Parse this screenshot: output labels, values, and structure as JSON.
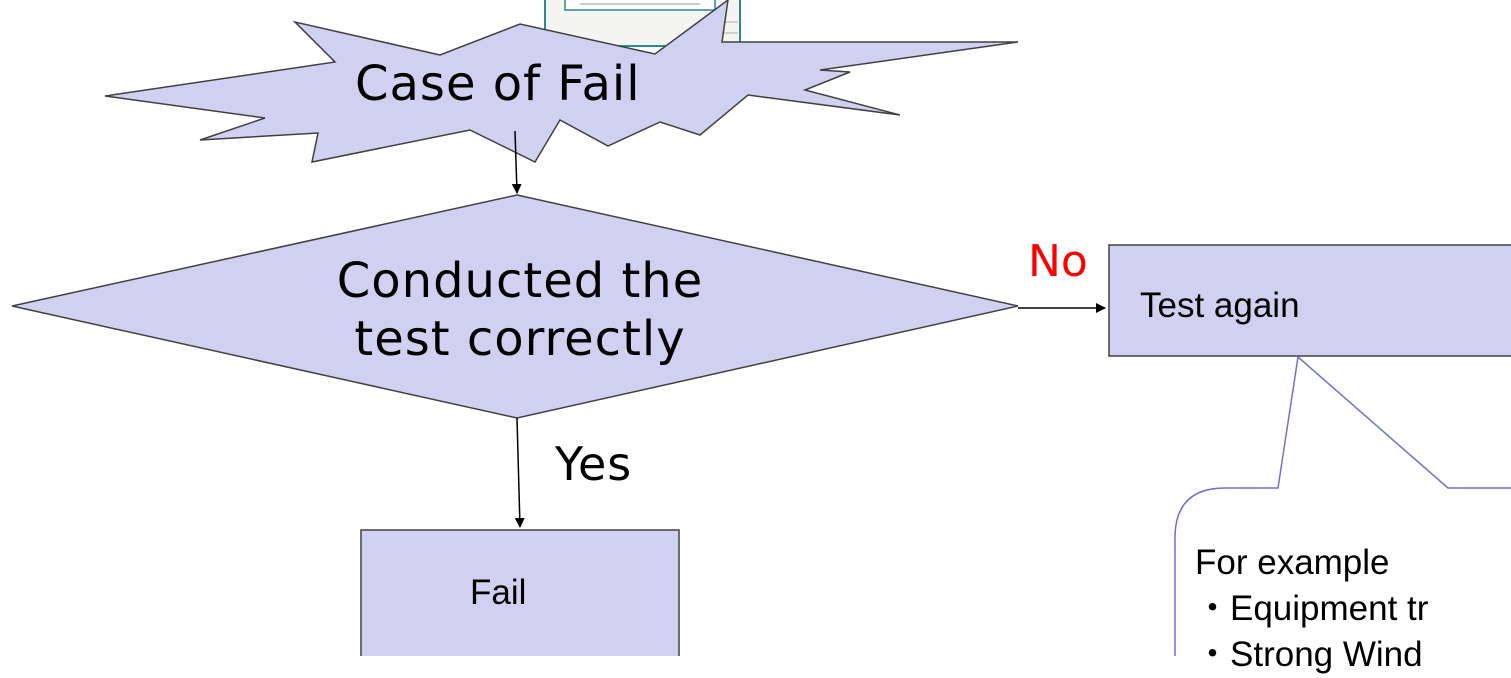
{
  "nodes": {
    "start": {
      "label": "Case of Fail"
    },
    "decision": {
      "lines": [
        "Conducted the",
        "test correctly"
      ]
    },
    "test_again": {
      "label": "Test again"
    },
    "fail": {
      "label": "Fail"
    }
  },
  "edges": {
    "no_label": "No",
    "yes_label": "Yes"
  },
  "callout": {
    "heading": "For example",
    "items": [
      "・Equipment tr",
      "・Strong Wind"
    ]
  },
  "colors": {
    "shape_fill": "#d0d0f0",
    "no_label": "#ff0000"
  }
}
